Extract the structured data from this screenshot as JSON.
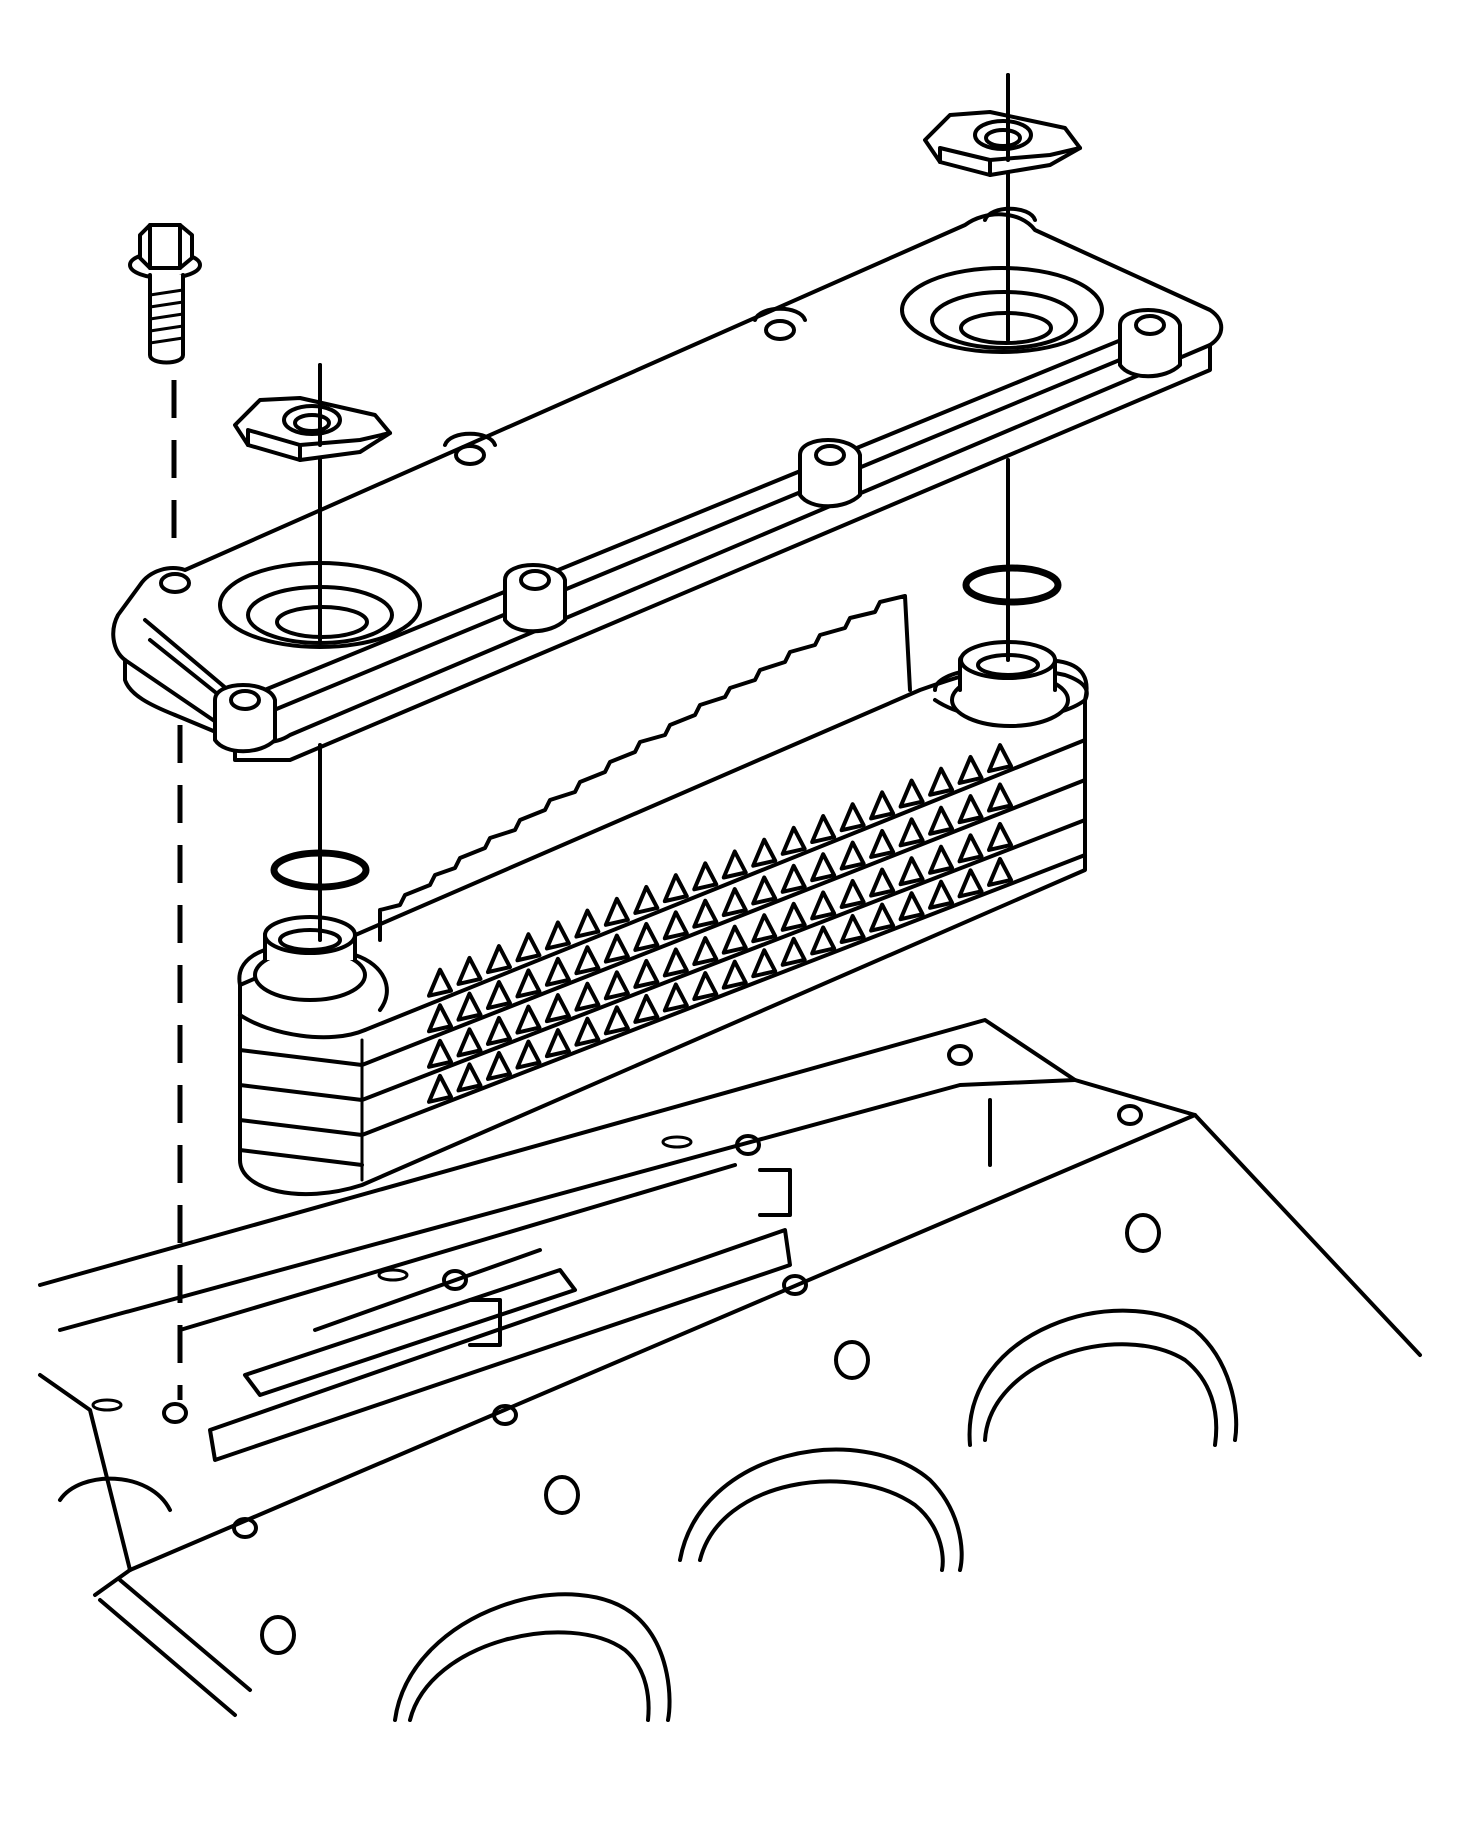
{
  "diagram": {
    "parts": [
      {
        "id": "flange-bolt",
        "icon": "bolt-icon"
      },
      {
        "id": "adapter-nut-left",
        "icon": "hex-nut-icon"
      },
      {
        "id": "adapter-nut-right",
        "icon": "hex-nut-icon"
      },
      {
        "id": "cover-plate",
        "icon": "plate-icon"
      },
      {
        "id": "o-ring-left",
        "icon": "o-ring-icon"
      },
      {
        "id": "o-ring-right",
        "icon": "o-ring-icon"
      },
      {
        "id": "oil-cooler",
        "icon": "cooler-icon"
      },
      {
        "id": "engine-block",
        "icon": "engine-block-icon"
      }
    ],
    "colors": {
      "line": "#000000",
      "background": "#ffffff"
    }
  }
}
